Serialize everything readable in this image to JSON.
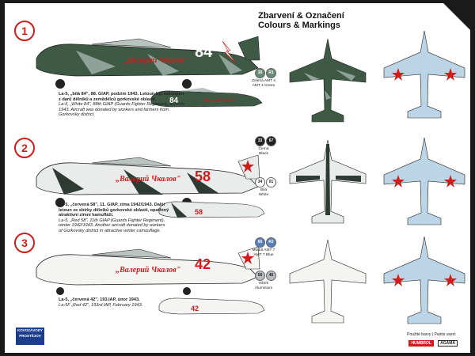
{
  "title": {
    "cz": "Zbarvení & Označení",
    "en": "Colours & Markings"
  },
  "schemes": [
    {
      "num": "1",
      "number": "84",
      "inscription": "„Валерий Чкалов\"",
      "caption_cz": "La-5, „bílá 84\", 88. GIAP, podzim 1943. Letoun byl zakoupen z darů dělníků a zemědělců gorkovské oblasti.",
      "caption_en": "La-5, „White 84\", 88th GIAP (Guards Fighter Regiment), autumn 1943. Aircraft was donated by workers and farmers from Gorkovsky district."
    },
    {
      "num": "2",
      "number": "58",
      "inscription": "„Валерий Чкалов\"",
      "caption_cz": "La-5, „červená 58\", 11. GIAP, zima 1942/1943. Další letoun ze sbírky dělníků gorkovské oblasti, opatřený atraktivní zimní kamufláží.",
      "caption_en": "La-5, „Red 58\", 11th GIAP (Guards Fighter Regiment), winter 1942/1943. Another aircraft donated by workers of Gorkovsky district in attractive winter camouflage."
    },
    {
      "num": "3",
      "number": "42",
      "inscription": "„Валерий Чкалов\"",
      "caption_cz": "La-5, „červená 42\", 193.IAP, únor 1943.",
      "caption_en": "La-5F „Red 42\", 193rd IAP, February 1943."
    }
  ],
  "colors": [
    {
      "code1": "30",
      "code2": "R1",
      "name_cz": "Zelená AMT 4",
      "name_en": "AMT 4 Green"
    },
    {
      "code1": "33",
      "code2": "67",
      "name_cz": "Černá",
      "name_en": "Black"
    },
    {
      "code1": "34",
      "code2": "01",
      "name_cz": "Bílá",
      "name_en": "White"
    },
    {
      "code1": "65",
      "code2": "R2",
      "name_cz": "Modrá AMT 7",
      "name_en": "AMT 7 Blue"
    },
    {
      "code1": "56",
      "code2": "46",
      "name_cz": "Hliník",
      "name_en": "Aluminium"
    }
  ],
  "footer": {
    "logo_line1": "KOVOZÁVODY",
    "logo_line2": "PROSTĚJOV",
    "paints_label": "Použité barvy | Paints used:",
    "brand1": "HUMBROL",
    "brand2": "AGAMA"
  }
}
